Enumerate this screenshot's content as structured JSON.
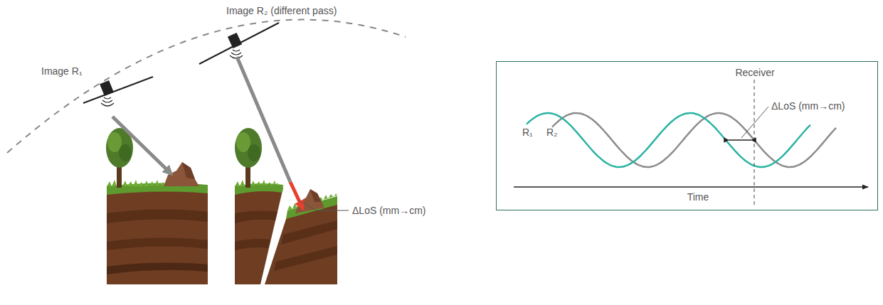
{
  "diagram": {
    "nodes": [
      {
        "text": [
          "Receiver",
          "ΔLoS (mm→cm)",
          "R₁",
          "R₂",
          "Time"
        ]
      }
    ],
    "labels": [
      "Image R₁",
      "Image R₂ (different pass)",
      "ΔLoS (mm→cm)"
    ]
  }
}
